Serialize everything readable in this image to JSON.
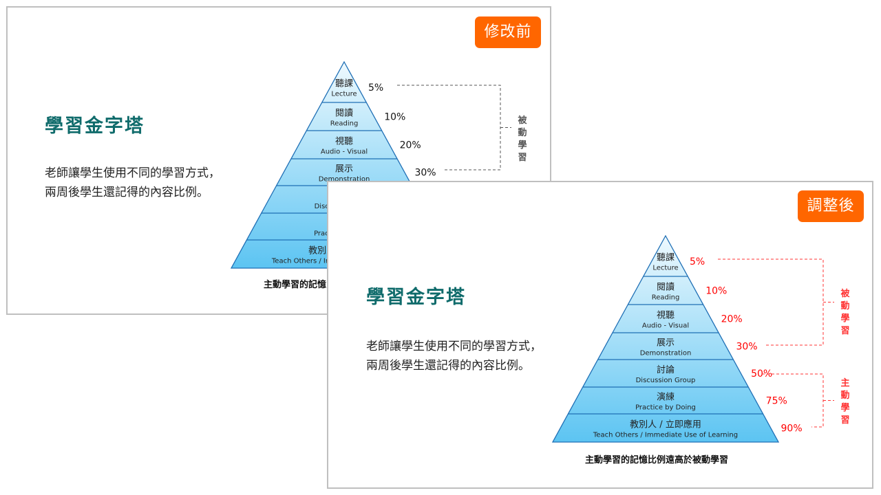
{
  "slides": [
    {
      "id": "before",
      "tag": "修改前",
      "title": "學習金字塔",
      "desc_line1": "老師讓學生使用不同的學習方式，",
      "desc_line2": "兩周後學生還記得的內容比例。",
      "caption": "主動學習的記憶比例遠高於被動學習",
      "label_color": "#111111",
      "bracket_color": "#555555",
      "groups": [
        {
          "label": [
            "被",
            "動",
            "學",
            "習"
          ]
        }
      ]
    },
    {
      "id": "after",
      "tag": "調整後",
      "title": "學習金字塔",
      "desc_line1": "老師讓學生使用不同的學習方式，",
      "desc_line2": "兩周後學生還記得的內容比例。",
      "caption": "主動學習的記憶比例遠高於被動學習",
      "label_color": "#ff0000",
      "bracket_color": "#ff3333",
      "groups": [
        {
          "label": [
            "被",
            "動",
            "學",
            "習"
          ]
        },
        {
          "label": [
            "主",
            "動",
            "學",
            "習"
          ]
        }
      ]
    }
  ],
  "pyramid_levels": [
    {
      "zh": "聽課",
      "en": "Lecture",
      "pct": "5%"
    },
    {
      "zh": "閱讀",
      "en": "Reading",
      "pct": "10%"
    },
    {
      "zh": "視聽",
      "en": "Audio - Visual",
      "pct": "20%"
    },
    {
      "zh": "展示",
      "en": "Demonstration",
      "pct": "30%"
    },
    {
      "zh": "討論",
      "en": "Discussion Group",
      "pct": "50%"
    },
    {
      "zh": "演練",
      "en": "Practice by Doing",
      "pct": "75%"
    },
    {
      "zh": "教別人 / 立即應用",
      "en": "Teach Others / Immediate Use of Learning",
      "pct": "90%"
    }
  ],
  "colors": {
    "tag": "#ff6600",
    "title": "#0f6b6b",
    "pyramid_stroke": "#1f6fb5",
    "pyramid_top": "#eef9fe",
    "pyramid_bottom": "#5cc4f2",
    "accent_red": "#ff0000"
  }
}
